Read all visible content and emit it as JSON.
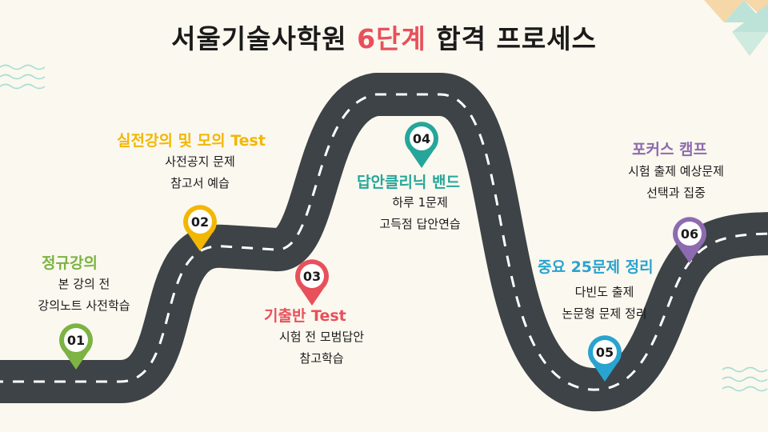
{
  "title": {
    "before": "서울기술사학원 ",
    "accent": "6단계",
    "after": " 합격 프로세스"
  },
  "colors": {
    "background": "#fbf8ef",
    "road": "#3d4347",
    "accent": "#e8505b"
  },
  "steps": [
    {
      "number": "01",
      "title": "정규강의",
      "lines": [
        "본 강의 전",
        "강의노트 사전학습"
      ],
      "color": "#7cb342"
    },
    {
      "number": "02",
      "title": "실전강의 및 모의 Test",
      "lines": [
        "사전공지 문제",
        "참고서 예습"
      ],
      "color": "#f2b705"
    },
    {
      "number": "03",
      "title": "기출반 Test",
      "lines": [
        "시험 전 모범답안",
        "참고학습"
      ],
      "color": "#e8505b"
    },
    {
      "number": "04",
      "title": "답안클리닉 밴드",
      "lines": [
        "하루 1문제",
        "고득점 답안연습"
      ],
      "color": "#26a69a"
    },
    {
      "number": "05",
      "title": "중요 25문제 정리",
      "lines": [
        "다빈도 출제",
        "논문형 문제 정리"
      ],
      "color": "#29a3cf"
    },
    {
      "number": "06",
      "title": "포커스 캠프",
      "lines": [
        "시험 출제 예상문제",
        "선택과 집중"
      ],
      "color": "#8e6bb0"
    }
  ]
}
